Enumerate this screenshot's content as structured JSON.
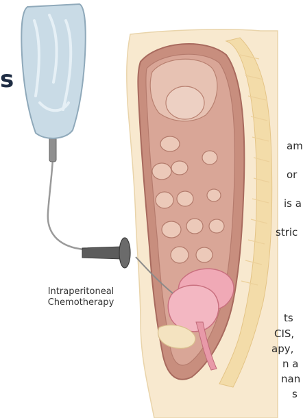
{
  "heading_fragment": "s",
  "body_fragments": [
    "ame",
    "or",
    "is a",
    "stric",
    "ts",
    "CIS,",
    "apy,",
    "n a",
    "nan",
    "s"
  ],
  "caption": {
    "line1": "Intraperitoneal",
    "line2": "Chemotherapy"
  },
  "colors": {
    "bag": "#c9dbe6",
    "skin": "#f7e7c8",
    "spine": "#f3d9a4",
    "cavity": "#c48a7c",
    "organ": "#e7c7b7",
    "uterus": "#f0a7b5",
    "catheter": "#5c5c5c"
  }
}
